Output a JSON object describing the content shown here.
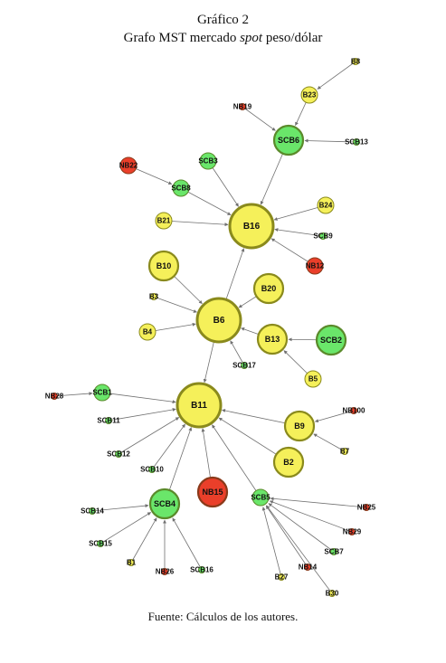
{
  "title": "Gráfico 2",
  "subtitle_prefix": "Grafo MST mercado ",
  "subtitle_italic": "spot",
  "subtitle_suffix": " peso/dólar",
  "source": "Fuente: Cálculos de los autores.",
  "colors": {
    "yellow": "#f5f05a",
    "green": "#6ae66a",
    "red": "#ea3f2a",
    "edge": "#707070"
  },
  "nodes": [
    {
      "id": "B8",
      "color": "yellow",
      "size": "tiny"
    },
    {
      "id": "B23",
      "color": "yellow",
      "size": "small"
    },
    {
      "id": "NB19",
      "color": "red",
      "size": "tiny"
    },
    {
      "id": "SCB6",
      "color": "green",
      "size": "medium"
    },
    {
      "id": "SCB13",
      "color": "green",
      "size": "tiny"
    },
    {
      "id": "NB22",
      "color": "red",
      "size": "small"
    },
    {
      "id": "SCB3",
      "color": "green",
      "size": "small"
    },
    {
      "id": "SCB8",
      "color": "green",
      "size": "small"
    },
    {
      "id": "B24",
      "color": "yellow",
      "size": "small"
    },
    {
      "id": "B21",
      "color": "yellow",
      "size": "small"
    },
    {
      "id": "B16",
      "color": "yellow",
      "size": "large"
    },
    {
      "id": "SCB9",
      "color": "green",
      "size": "tiny"
    },
    {
      "id": "NB12",
      "color": "red",
      "size": "small"
    },
    {
      "id": "B10",
      "color": "yellow",
      "size": "medium"
    },
    {
      "id": "B20",
      "color": "yellow",
      "size": "medium"
    },
    {
      "id": "B3",
      "color": "yellow",
      "size": "tiny"
    },
    {
      "id": "B6",
      "color": "yellow",
      "size": "large"
    },
    {
      "id": "B13",
      "color": "yellow",
      "size": "medium"
    },
    {
      "id": "SCB2",
      "color": "green",
      "size": "medium"
    },
    {
      "id": "B4",
      "color": "yellow",
      "size": "small"
    },
    {
      "id": "SCB17",
      "color": "green",
      "size": "tiny"
    },
    {
      "id": "B5",
      "color": "yellow",
      "size": "small"
    },
    {
      "id": "NB28",
      "color": "red",
      "size": "tiny"
    },
    {
      "id": "SCB1",
      "color": "green",
      "size": "small"
    },
    {
      "id": "B11",
      "color": "yellow",
      "size": "large"
    },
    {
      "id": "NB100",
      "color": "red",
      "size": "tiny"
    },
    {
      "id": "SCB11",
      "color": "green",
      "size": "tiny"
    },
    {
      "id": "B9",
      "color": "yellow",
      "size": "medium"
    },
    {
      "id": "B7",
      "color": "yellow",
      "size": "tiny"
    },
    {
      "id": "SCB12",
      "color": "green",
      "size": "tiny"
    },
    {
      "id": "B2",
      "color": "yellow",
      "size": "medium"
    },
    {
      "id": "SCB10",
      "color": "green",
      "size": "tiny"
    },
    {
      "id": "NB15",
      "color": "red",
      "size": "medium"
    },
    {
      "id": "SCB4",
      "color": "green",
      "size": "medium"
    },
    {
      "id": "SCB5",
      "color": "green",
      "size": "small"
    },
    {
      "id": "SCB14",
      "color": "green",
      "size": "tiny"
    },
    {
      "id": "NB25",
      "color": "red",
      "size": "tiny"
    },
    {
      "id": "NB29",
      "color": "red",
      "size": "tiny"
    },
    {
      "id": "SCB15",
      "color": "green",
      "size": "tiny"
    },
    {
      "id": "SCB7",
      "color": "green",
      "size": "tiny"
    },
    {
      "id": "B1",
      "color": "yellow",
      "size": "tiny"
    },
    {
      "id": "NB26",
      "color": "red",
      "size": "tiny"
    },
    {
      "id": "SCB16",
      "color": "green",
      "size": "tiny"
    },
    {
      "id": "NB14",
      "color": "red",
      "size": "tiny"
    },
    {
      "id": "B27",
      "color": "yellow",
      "size": "tiny"
    },
    {
      "id": "B30",
      "color": "yellow",
      "size": "tiny"
    }
  ],
  "edges": [
    [
      "B8",
      "B23"
    ],
    [
      "B23",
      "SCB6"
    ],
    [
      "NB19",
      "SCB6"
    ],
    [
      "SCB13",
      "SCB6"
    ],
    [
      "SCB6",
      "B16"
    ],
    [
      "NB22",
      "SCB8"
    ],
    [
      "SCB8",
      "B16"
    ],
    [
      "SCB3",
      "B16"
    ],
    [
      "B21",
      "B16"
    ],
    [
      "B24",
      "B16"
    ],
    [
      "SCB9",
      "B16"
    ],
    [
      "NB12",
      "B16"
    ],
    [
      "B6",
      "B16"
    ],
    [
      "B10",
      "B6"
    ],
    [
      "B20",
      "B6"
    ],
    [
      "B3",
      "B6"
    ],
    [
      "B4",
      "B6"
    ],
    [
      "B13",
      "B6"
    ],
    [
      "SCB17",
      "B6"
    ],
    [
      "SCB2",
      "B13"
    ],
    [
      "B5",
      "B13"
    ],
    [
      "B6",
      "B11"
    ],
    [
      "NB28",
      "SCB1"
    ],
    [
      "SCB1",
      "B11"
    ],
    [
      "SCB11",
      "B11"
    ],
    [
      "SCB12",
      "B11"
    ],
    [
      "SCB10",
      "B11"
    ],
    [
      "NB15",
      "B11"
    ],
    [
      "B9",
      "B11"
    ],
    [
      "NB100",
      "B9"
    ],
    [
      "B7",
      "B9"
    ],
    [
      "B2",
      "B11"
    ],
    [
      "SCB4",
      "B11"
    ],
    [
      "SCB5",
      "B11"
    ],
    [
      "SCB14",
      "SCB4"
    ],
    [
      "SCB15",
      "SCB4"
    ],
    [
      "B1",
      "SCB4"
    ],
    [
      "NB26",
      "SCB4"
    ],
    [
      "SCB16",
      "SCB4"
    ],
    [
      "NB25",
      "SCB5"
    ],
    [
      "NB29",
      "SCB5"
    ],
    [
      "SCB7",
      "SCB5"
    ],
    [
      "NB14",
      "SCB5"
    ],
    [
      "B27",
      "SCB5"
    ],
    [
      "B30",
      "SCB5"
    ]
  ]
}
